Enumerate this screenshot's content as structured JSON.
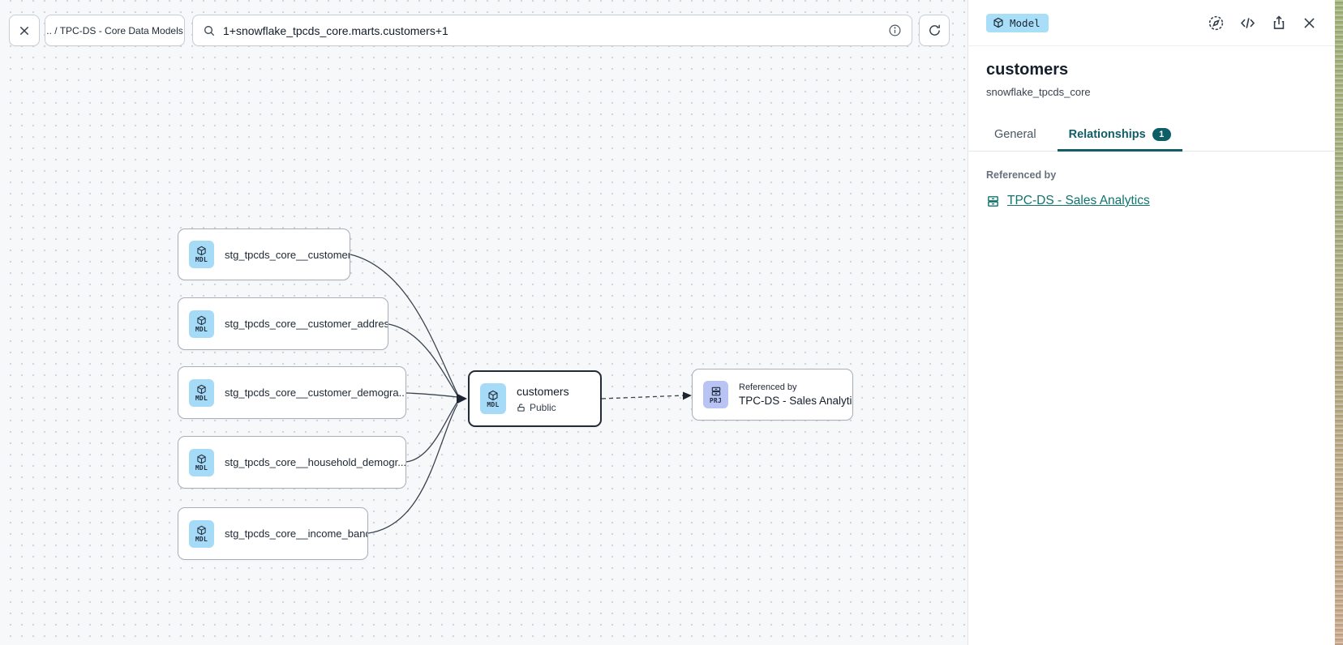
{
  "toolbar": {
    "breadcrumb": ".. / TPC-DS - Core Data Models",
    "search_value": "1+snowflake_tpcds_core.marts.customers+1"
  },
  "canvas": {
    "upstream_nodes": [
      {
        "label": "stg_tpcds_core__customer",
        "type": "MDL"
      },
      {
        "label": "stg_tpcds_core__customer_address",
        "type": "MDL"
      },
      {
        "label": "stg_tpcds_core__customer_demogra...",
        "type": "MDL"
      },
      {
        "label": "stg_tpcds_core__household_demogr...",
        "type": "MDL"
      },
      {
        "label": "stg_tpcds_core__income_band",
        "type": "MDL"
      }
    ],
    "selected_node": {
      "title": "customers",
      "visibility": "Public",
      "type": "MDL"
    },
    "project_node": {
      "kicker": "Referenced by",
      "title": "TPC-DS - Sales Analytics",
      "type": "PRJ"
    }
  },
  "panel": {
    "type_badge": "Model",
    "title": "customers",
    "subtitle": "snowflake_tpcds_core",
    "tabs": {
      "general": "General",
      "relationships": "Relationships",
      "relationships_count": "1"
    },
    "referenced_by_label": "Referenced by",
    "reference_link": "TPC-DS - Sales Analytics"
  },
  "colors": {
    "accent_teal": "#135d66",
    "link_teal": "#0f756d",
    "model_chip_blue": "#a6dbf7",
    "project_chip_purple": "#bac4f4",
    "badge_blue": "#a9def8",
    "selected_border": "#222c37",
    "canvas_bg": "#f7f8fa"
  }
}
